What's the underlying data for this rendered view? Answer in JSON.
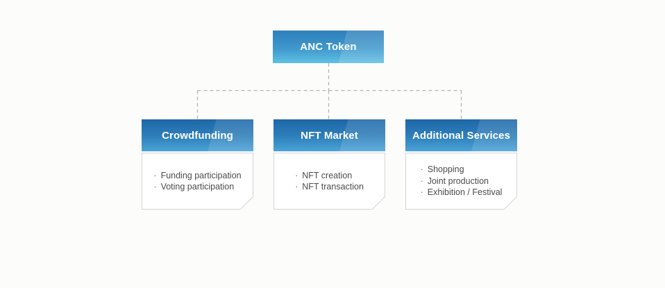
{
  "diagram": {
    "bullet_glyph": "·",
    "root": {
      "title": "ANC Token"
    },
    "cards": [
      {
        "title": "Crowdfunding",
        "items": [
          "Funding participation",
          "Voting participation"
        ]
      },
      {
        "title": "NFT Market",
        "items": [
          "NFT creation",
          "NFT transaction"
        ]
      },
      {
        "title": "Additional Services",
        "items": [
          "Shopping",
          "Joint production",
          "Exhibition / Festival"
        ]
      }
    ],
    "colors": {
      "root_gradient_top": "#2e7fba",
      "root_gradient_bottom": "#5fc0e2",
      "header_gradient_top": "#1d66a9",
      "header_gradient_bottom": "#4aa3d8",
      "connector_line": "#b3b3b3",
      "card_border": "#d4d4d4",
      "body_text": "#4b4b4b",
      "title_text": "#ffffff"
    }
  }
}
